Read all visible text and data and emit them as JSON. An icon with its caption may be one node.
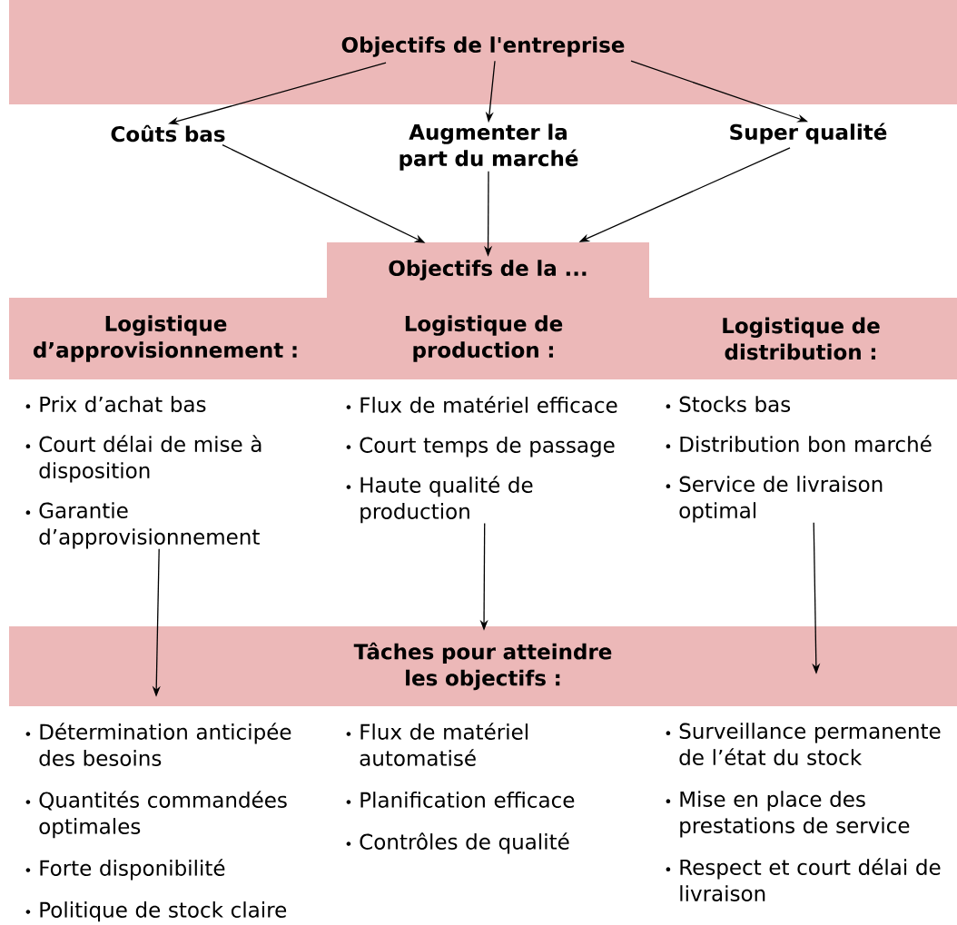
{
  "diagram": {
    "nodes": [
      {
        "text": [
          "Objectifs de l'entreprise"
        ]
      },
      {
        "text": [
          "Coûts bas"
        ]
      },
      {
        "text": [
          "Augmenter la part du marché"
        ]
      },
      {
        "text": [
          "Super qualité"
        ]
      },
      {
        "text": [
          "Objectifs de la ..."
        ]
      },
      {
        "text": [
          "Logistique d’approvisionnement :"
        ]
      },
      {
        "text": [
          "Logistique de production :"
        ]
      },
      {
        "text": [
          "Logistique de distribution :"
        ]
      },
      {
        "text": [
          "Prix d’achat bas",
          "Court délai de mise à disposition",
          "Garantie d’approvisionnement"
        ]
      },
      {
        "text": [
          "Flux de matériel efficace",
          "Court temps de passage",
          "Haute qualité de production"
        ]
      },
      {
        "text": [
          "Stocks bas",
          "Distribution bon marché",
          "Service de livraison optimal"
        ]
      },
      {
        "text": [
          "Tâches pour atteindre les objectifs :"
        ]
      }
    ],
    "edges": [
      {
        "from": 0,
        "to": 1,
        "arrow": "to"
      },
      {
        "from": 0,
        "to": 2,
        "arrow": "to"
      },
      {
        "from": 0,
        "to": 3,
        "arrow": "to"
      },
      {
        "from": 1,
        "to": 4,
        "arrow": "to"
      },
      {
        "from": 2,
        "to": 4,
        "arrow": "to"
      },
      {
        "from": 3,
        "to": 4,
        "arrow": "to"
      },
      {
        "from": 8,
        "to": 11,
        "arrow": "to"
      },
      {
        "from": 9,
        "to": 11,
        "arrow": "to"
      },
      {
        "from": 10,
        "to": 11,
        "arrow": "to"
      }
    ],
    "labels": [
      "Détermination anticipée des besoins",
      "Quantités commandées optimales",
      "Forte disponibilité",
      "Politique de stock claire",
      "Flux de matériel automatisé",
      "Planification efficace",
      "Contrôles de qualité",
      "Surveillance permanente de l’état du stock",
      "Mise en place des prestations de service",
      "Respect et court délai de livraison"
    ]
  }
}
